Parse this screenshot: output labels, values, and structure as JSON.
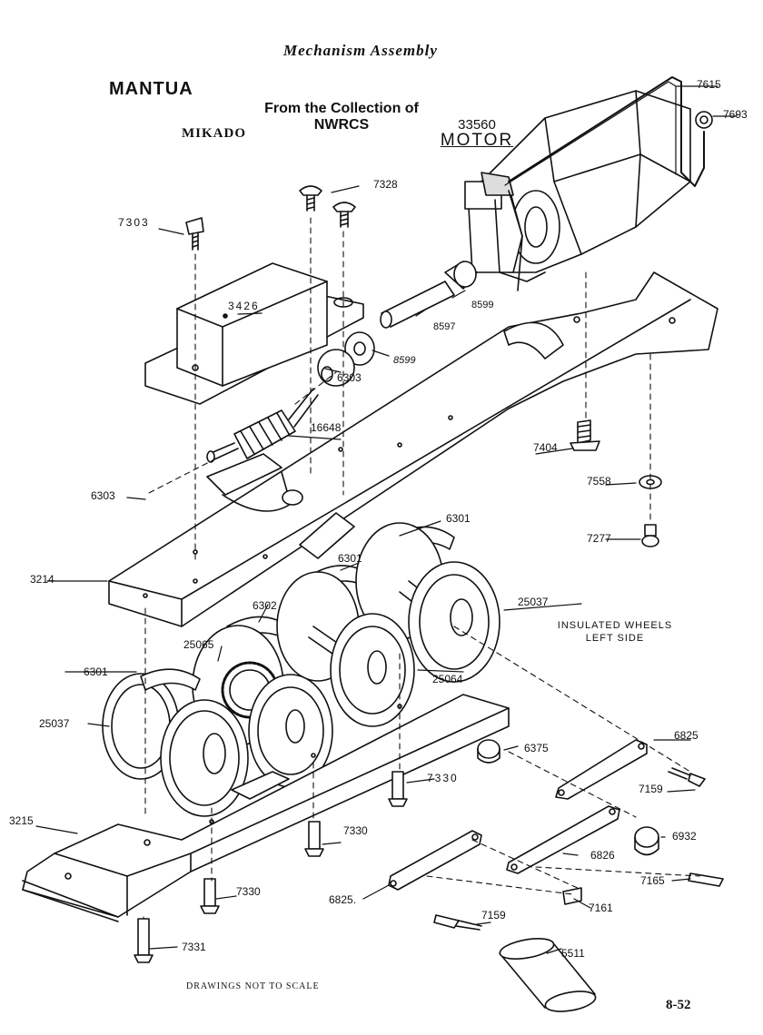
{
  "header": {
    "title": "Mechanism Assembly",
    "brand": "MANTUA",
    "model": "MIKADO",
    "collection_line1": "From the Collection of",
    "collection_line2": "NWRCS"
  },
  "motor": {
    "number": "33560",
    "label": "MOTOR"
  },
  "parts": {
    "p7615": "7615",
    "p7693": "7693",
    "p7328": "7328",
    "p7303": "7303",
    "p3426": "3426",
    "p8599a": "8599",
    "p8597": "8597",
    "p8599b": "8599",
    "p6303a": "6303",
    "p16648": "16648",
    "p7404": "7404",
    "p6303b": "6303",
    "p7558": "7558",
    "p6301a": "6301",
    "p7277": "7277",
    "p3214": "3214",
    "p6301b": "6301",
    "p25037a": "25037",
    "p6302": "6302",
    "p25065": "25065",
    "p6301c": "6301",
    "p25064": "25064",
    "p25037b": "25037",
    "p6825a": "6825",
    "p6375": "6375",
    "p7330a": "7330",
    "p7159a": "7159",
    "p3215": "3215",
    "p7330b": "7330",
    "p6932": "6932",
    "p6826": "6826",
    "p7165": "7165",
    "p7330c": "7330",
    "p6825b": "6825.",
    "p7161": "7161",
    "p7159b": "7159",
    "p7331": "7331",
    "p5511": "5511"
  },
  "notes": {
    "insulated_line1": "INSULATED  WHEELS",
    "insulated_line2": "LEFT  SIDE",
    "scale": "DRAWINGS NOT TO SCALE",
    "page": "8-52"
  }
}
